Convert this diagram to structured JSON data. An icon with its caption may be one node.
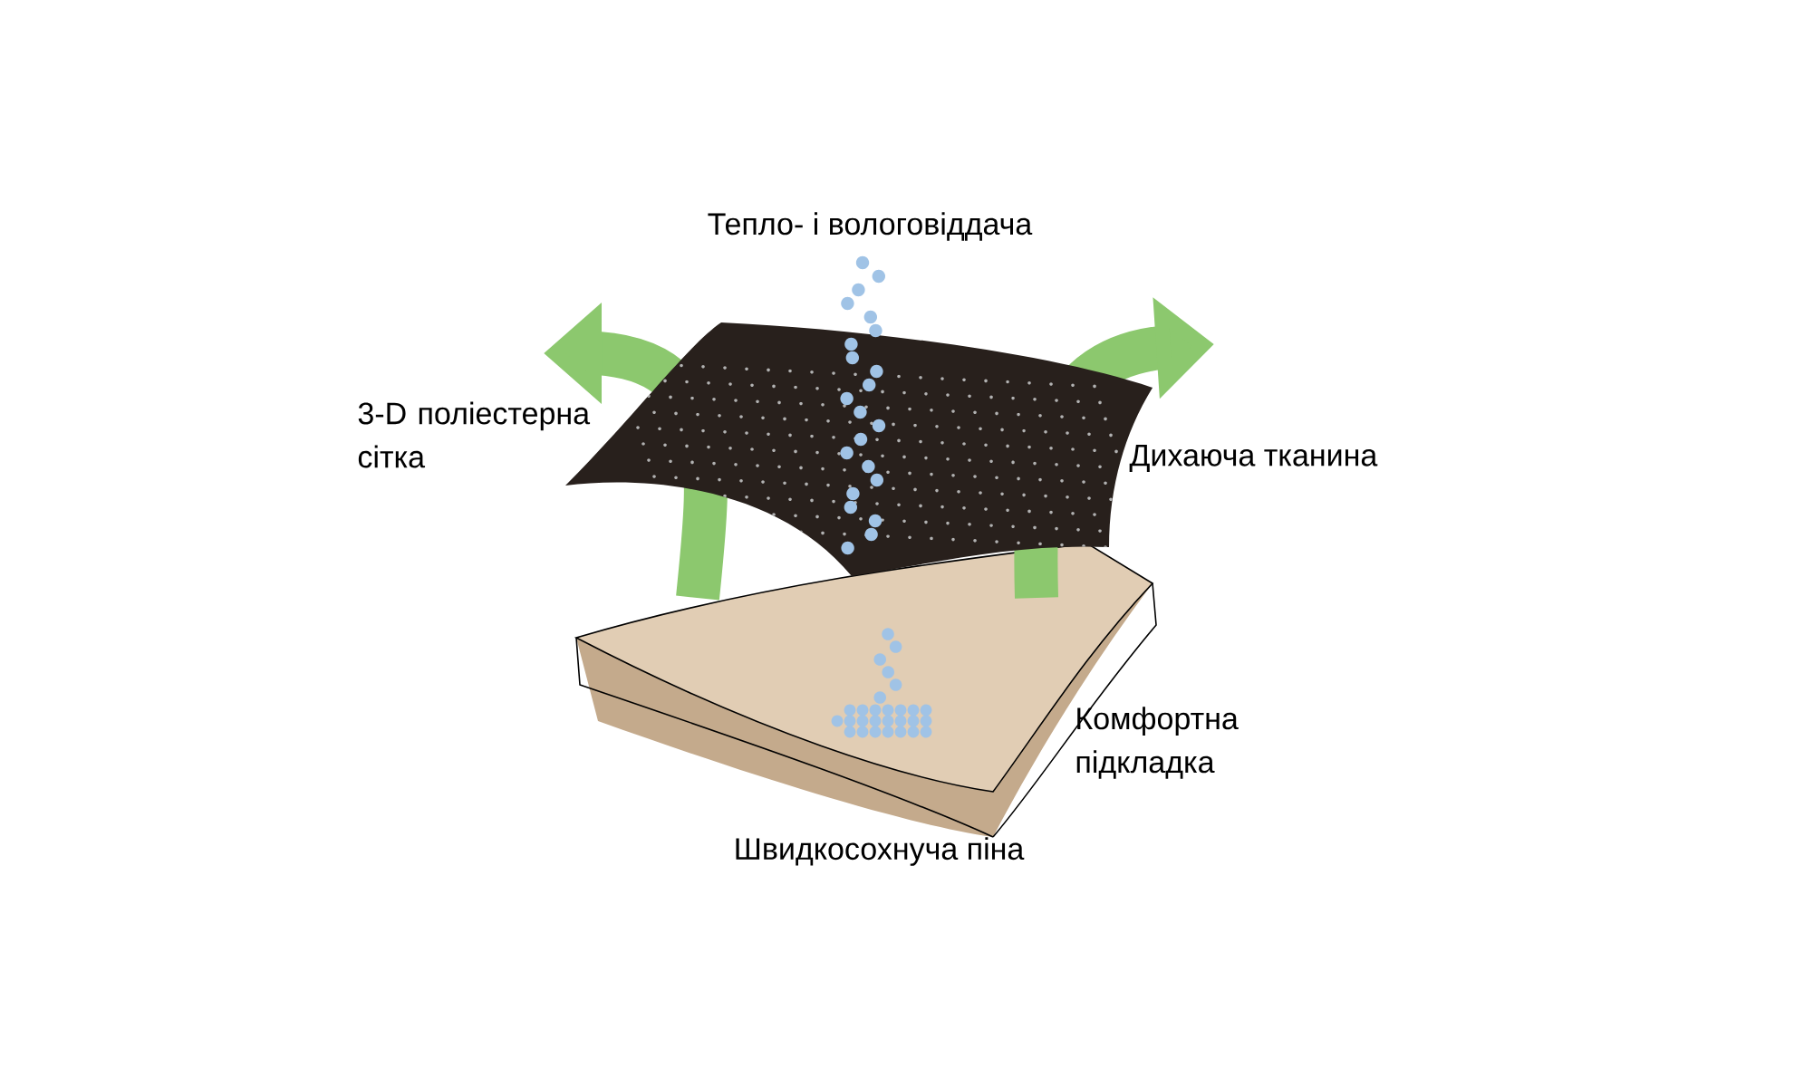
{
  "diagram": {
    "labels": [
      "Тепло- і вологовіддача",
      "3-D поліестерна сітка",
      "Дихаюча тканина",
      "Комфортна підкладка",
      "Швидкосохнуча піна"
    ]
  }
}
